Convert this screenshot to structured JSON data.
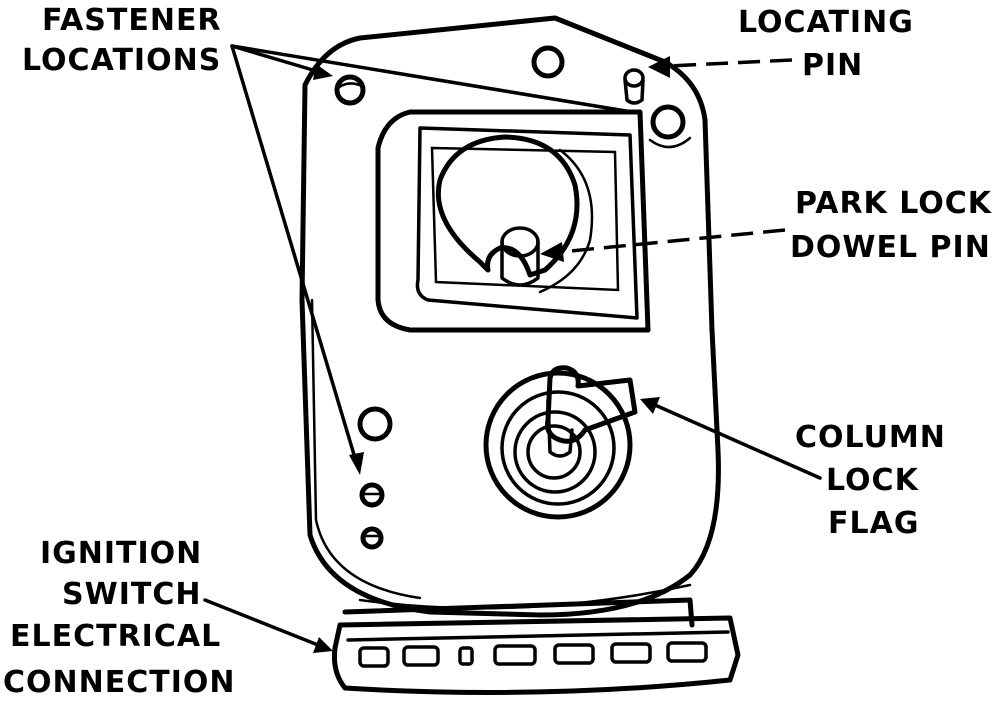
{
  "labels": {
    "fastener_line1": "FASTENER",
    "fastener_line2": "LOCATIONS",
    "locating_line1": "LOCATING",
    "locating_line2": "PIN",
    "park_line1": "PARK LOCK",
    "park_line2": "DOWEL PIN",
    "column_line1": "COLUMN",
    "column_line2": "LOCK",
    "column_line3": "FLAG",
    "ignition_line1": "IGNITION",
    "ignition_line2": "SWITCH",
    "ignition_line3": "ELECTRICAL",
    "ignition_line4": "CONNECTION"
  }
}
